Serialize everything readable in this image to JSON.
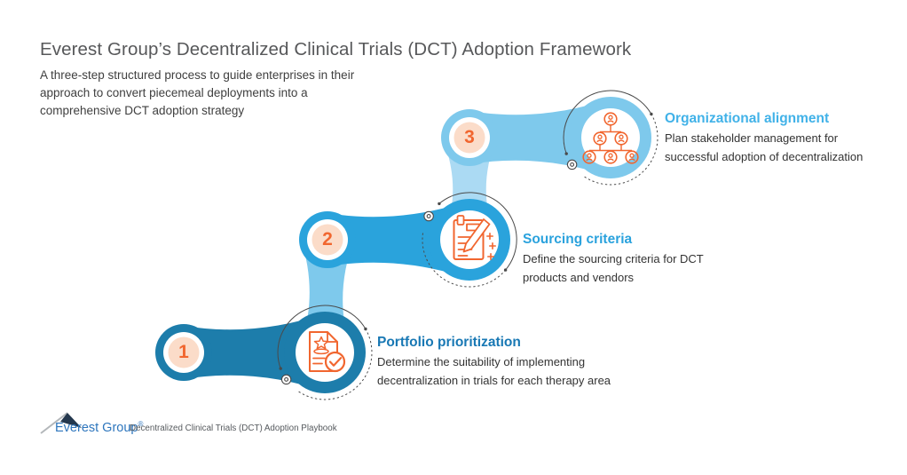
{
  "title": "Everest Group’s Decentralized Clinical Trials (DCT) Adoption Framework",
  "subtitle": "A three-step structured process to guide enterprises in their approach to convert piecemeal deployments into a comprehensive DCT adoption strategy",
  "steps": [
    {
      "number": "1",
      "title": "Portfolio prioritization",
      "description": "Determine the suitability of implementing decentralization in trials for each therapy area",
      "color": "#1d7dab",
      "title_color": "#1878b4",
      "icon": "document-star-check"
    },
    {
      "number": "2",
      "title": "Sourcing criteria",
      "description": "Define the sourcing criteria for DCT products and vendors",
      "color": "#2aa3dc",
      "title_color": "#2aa2dd",
      "icon": "clipboard-pencil"
    },
    {
      "number": "3",
      "title": "Organizational alignment",
      "description": "Plan stakeholder management for successful adoption of decentralization",
      "color": "#7ec9ec",
      "title_color": "#41b2e8",
      "icon": "org-chart"
    }
  ],
  "connectors": {
    "step3_to_step2": "#abdaf3",
    "step2_to_step1": "#7ec9ec"
  },
  "accents": {
    "number_color": "#f1662f",
    "number_bg": "#fbdcc9",
    "icon_color": "#f1662f",
    "arc_color": "#4a4a4a",
    "white": "#ffffff"
  },
  "footer": {
    "brand": "Everest Group",
    "registered": "®",
    "caption": "Decentralized Clinical Trials (DCT) Adoption Playbook"
  }
}
